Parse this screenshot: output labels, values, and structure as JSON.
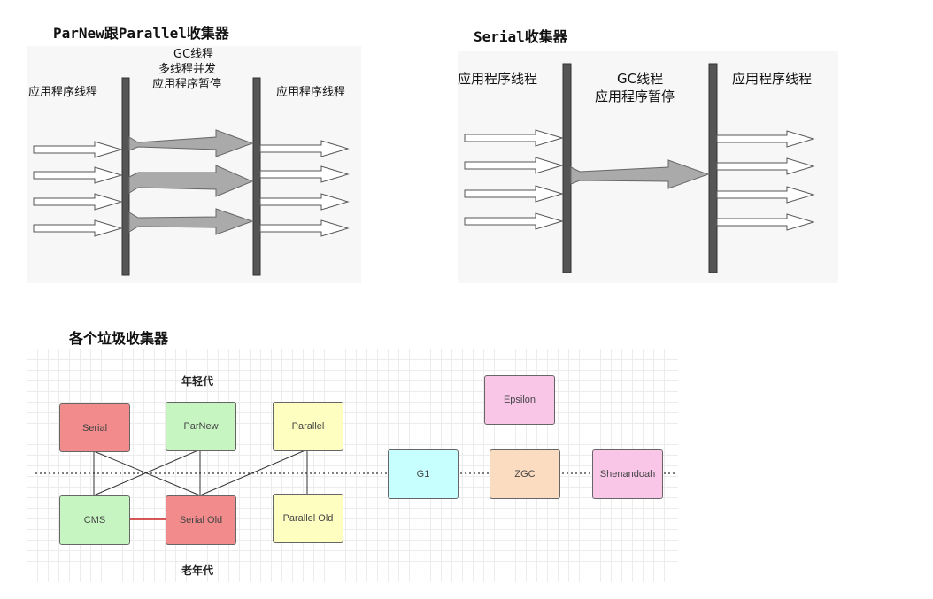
{
  "parnew_diagram": {
    "title": "ParNew跟Parallel收集器",
    "gc_thread_label": "GC线程",
    "multithread_label": "多线程并发",
    "pause_label": "应用程序暂停",
    "app_thread_left": "应用程序线程",
    "app_thread_right": "应用程序线程"
  },
  "serial_diagram": {
    "title": "Serial收集器",
    "app_thread_left": "应用程序线程",
    "gc_thread_label": "GC线程",
    "pause_label": "应用程序暂停",
    "app_thread_right": "应用程序线程"
  },
  "collectors_diagram": {
    "title": "各个垃圾收集器",
    "young_gen_label": "年轻代",
    "old_gen_label": "老年代",
    "boxes": {
      "serial": "Serial",
      "parnew": "ParNew",
      "parallel": "Parallel",
      "cms": "CMS",
      "serial_old": "Serial Old",
      "parallel_old": "Parallel Old",
      "epsilon": "Epsilon",
      "g1": "G1",
      "zgc": "ZGC",
      "shenandoah": "Shenandoah"
    },
    "colors": {
      "red": "#f28b8b",
      "green": "#c6f5c2",
      "yellow": "#fefec0",
      "pink": "#f9c6e8",
      "cyan": "#c7fefe",
      "peach": "#fcdcc0"
    }
  }
}
